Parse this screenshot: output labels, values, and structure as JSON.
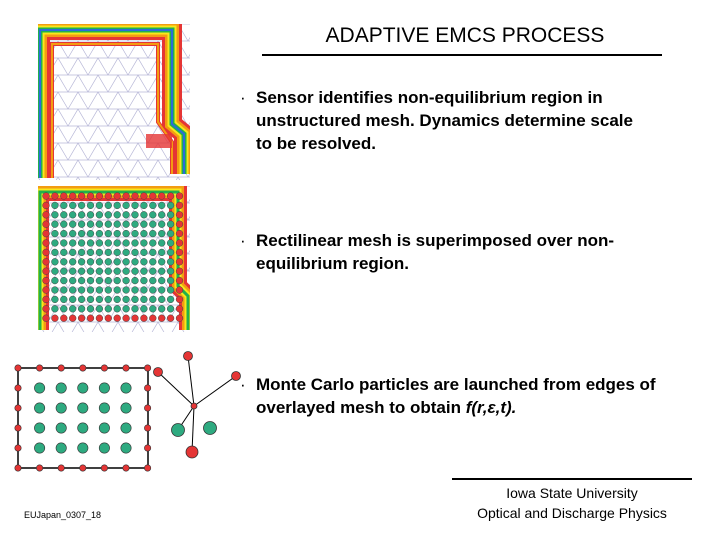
{
  "slide": {
    "title": "ADAPTIVE EMCS PROCESS",
    "bullets": [
      {
        "marker": "·",
        "text": "Sensor identifies non-equilibrium region in unstructured mesh.  Dynamics determine scale to be resolved."
      },
      {
        "marker": "·",
        "text": "Rectilinear mesh is superimposed over non-equilibrium region."
      },
      {
        "marker": "·",
        "text_main": "Monte Carlo particles are launched from edges of overlayed mesh to obtain ",
        "text_func": "f(r,ε,t)."
      }
    ],
    "footer_id": "EUJapan_0307_18",
    "institution_line1": "Iowa State University",
    "institution_line2": "Optical and Discharge Physics"
  },
  "colors": {
    "red": "#e53535",
    "orange": "#f39c12",
    "yellow": "#f7e81c",
    "green": "#22b14c",
    "teal": "#2eaa80",
    "blue": "#2b6cd8",
    "mesh": "#b8b8d8"
  }
}
